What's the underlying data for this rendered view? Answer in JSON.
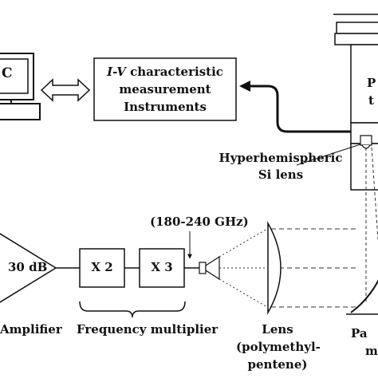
{
  "pc": {
    "label": "C"
  },
  "iv_box": {
    "title_italic": "I-V",
    "title_rest": " characteristic",
    "line2": "measurement",
    "line3": "Instruments"
  },
  "cryostat": {
    "label_line1": "P",
    "label_line2": "t"
  },
  "lens_callout": {
    "line1": "Hyperhemispheric",
    "line2": "Si lens"
  },
  "amplifier": {
    "gain": "30 dB",
    "label": "Amplifier"
  },
  "multiplier": {
    "x2": "X 2",
    "x3": "X 3",
    "frequency_range": "(180-240 GHz)",
    "label": "Frequency multiplier"
  },
  "lens": {
    "line1": "Lens",
    "line2": "(polymethyl-",
    "line3": "pentene)"
  },
  "parabolic_mirror": {
    "line1": "Pa",
    "line2": "m"
  },
  "colors": {
    "line": "#111111",
    "arrow_fill": "#ffffff"
  }
}
